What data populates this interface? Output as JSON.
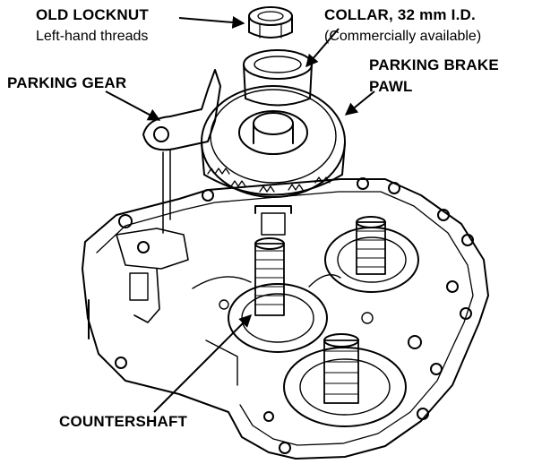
{
  "diagram": {
    "labels": {
      "old_locknut": "OLD LOCKNUT",
      "left_hand_threads": "Left-hand threads",
      "collar": "COLLAR, 32 mm I.D.",
      "commercially_available": "(Commercially available)",
      "parking_brake": "PARKING BRAKE",
      "pawl": "PAWL",
      "parking_gear": "PARKING GEAR",
      "countershaft": "COUNTERSHAFT"
    }
  }
}
